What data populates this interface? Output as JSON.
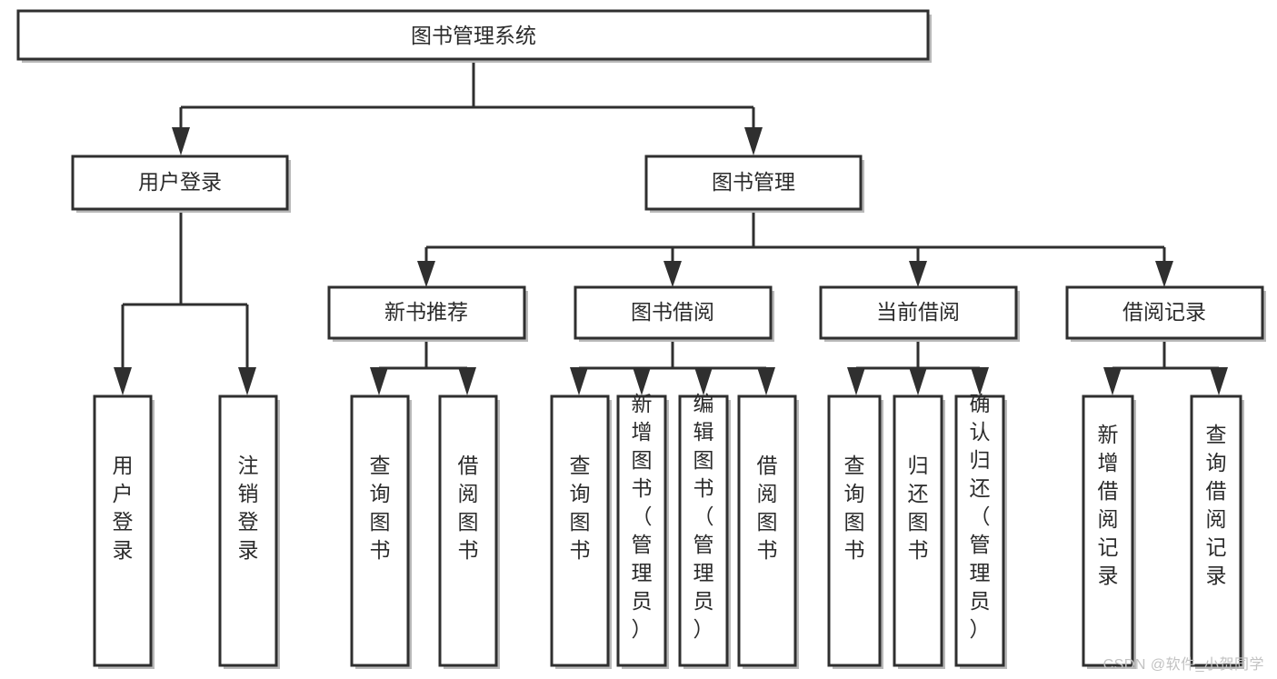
{
  "diagram": {
    "type": "tree-hierarchy",
    "title": "图书管理系统",
    "watermark": "CSDN @软件_小贺同学",
    "colors": {
      "stroke": "#2f2f2f",
      "fill": "#ffffff",
      "text": "#2b2b2b",
      "shadow": "#b9b9b9",
      "watermark": "#c2c2c2"
    },
    "levels": {
      "root": {
        "label": "图书管理系统",
        "orientation": "horizontal"
      },
      "level1": [
        {
          "label": "用户登录",
          "orientation": "horizontal"
        },
        {
          "label": "图书管理",
          "orientation": "horizontal"
        }
      ],
      "level2": [
        {
          "label": "新书推荐",
          "orientation": "horizontal"
        },
        {
          "label": "图书借阅",
          "orientation": "horizontal"
        },
        {
          "label": "当前借阅",
          "orientation": "horizontal"
        },
        {
          "label": "借阅记录",
          "orientation": "horizontal"
        }
      ],
      "leaves": {
        "user_login": [
          {
            "label": "用户登录",
            "orientation": "vertical"
          },
          {
            "label": "注销登录",
            "orientation": "vertical"
          }
        ],
        "new_book_recommend": [
          {
            "label": "查询图书",
            "orientation": "vertical"
          },
          {
            "label": "借阅图书",
            "orientation": "vertical"
          }
        ],
        "book_borrow": [
          {
            "label": "查询图书",
            "orientation": "vertical"
          },
          {
            "label": "新增图书（管理员）",
            "orientation": "vertical"
          },
          {
            "label": "编辑图书（管理员）",
            "orientation": "vertical"
          },
          {
            "label": "借阅图书",
            "orientation": "vertical"
          }
        ],
        "current_borrow": [
          {
            "label": "查询图书",
            "orientation": "vertical"
          },
          {
            "label": "归还图书",
            "orientation": "vertical"
          },
          {
            "label": "确认归还（管理员）",
            "orientation": "vertical"
          }
        ],
        "borrow_record": [
          {
            "label": "新增借阅记录",
            "orientation": "vertical"
          },
          {
            "label": "查询借阅记录",
            "orientation": "vertical"
          }
        ]
      }
    },
    "edges": [
      {
        "from": "图书管理系统",
        "to": "用户登录"
      },
      {
        "from": "图书管理系统",
        "to": "图书管理"
      },
      {
        "from": "用户登录",
        "to": "用户登录"
      },
      {
        "from": "用户登录",
        "to": "注销登录"
      },
      {
        "from": "图书管理",
        "to": "新书推荐"
      },
      {
        "from": "图书管理",
        "to": "图书借阅"
      },
      {
        "from": "图书管理",
        "to": "当前借阅"
      },
      {
        "from": "图书管理",
        "to": "借阅记录"
      },
      {
        "from": "新书推荐",
        "to": "查询图书"
      },
      {
        "from": "新书推荐",
        "to": "借阅图书"
      },
      {
        "from": "图书借阅",
        "to": "查询图书"
      },
      {
        "from": "图书借阅",
        "to": "新增图书（管理员）"
      },
      {
        "from": "图书借阅",
        "to": "编辑图书（管理员）"
      },
      {
        "from": "图书借阅",
        "to": "借阅图书"
      },
      {
        "from": "当前借阅",
        "to": "查询图书"
      },
      {
        "from": "当前借阅",
        "to": "归还图书"
      },
      {
        "from": "当前借阅",
        "to": "确认归还（管理员）"
      },
      {
        "from": "借阅记录",
        "to": "新增借阅记录"
      },
      {
        "from": "借阅记录",
        "to": "查询借阅记录"
      }
    ]
  }
}
